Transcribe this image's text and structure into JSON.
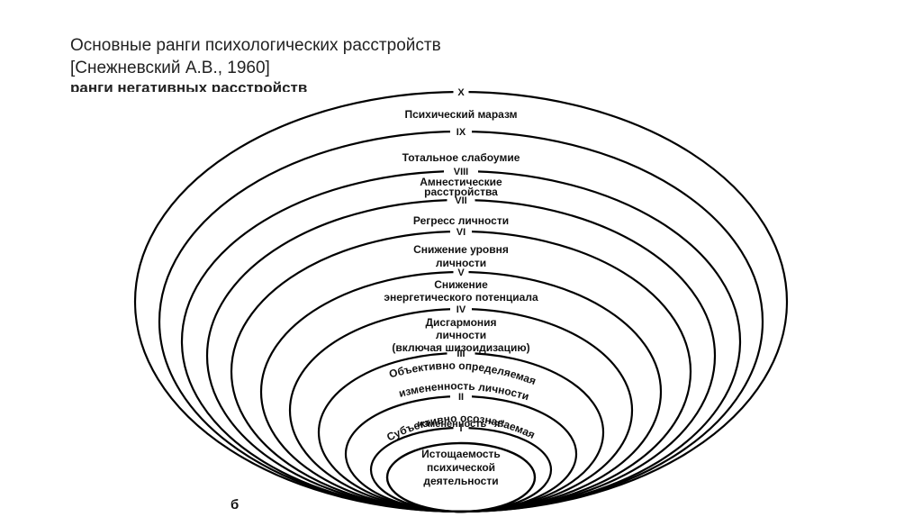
{
  "slide": {
    "title_line1": "Основные ранги психологических расстройств",
    "title_line2": "[Снежневский А.В., 1960]",
    "subtitle": "ранги негативных расстройств",
    "figure_label": "б"
  },
  "diagram": {
    "ranks": [
      {
        "numeral": "I",
        "label_lines": [
          "Субъективно осознаваемая",
          "измененность “я”"
        ]
      },
      {
        "numeral": "II",
        "label_lines": [
          "Объективно определяемая",
          "измененность личности"
        ]
      },
      {
        "numeral": "III",
        "label_lines": [
          "Дисгармония",
          "личности",
          "(включая шизоидизацию)"
        ]
      },
      {
        "numeral": "IV",
        "label_lines": [
          "Снижение",
          "энергетического потенциала"
        ]
      },
      {
        "numeral": "V",
        "label_lines": [
          "Снижение уровня",
          "личности"
        ]
      },
      {
        "numeral": "VI",
        "label_lines": [
          "Регресс личности"
        ]
      },
      {
        "numeral": "VII",
        "label_lines": [
          "Амнестические",
          "расстройства"
        ]
      },
      {
        "numeral": "VIII",
        "label_lines": [
          "Тотальное слабоумие"
        ]
      },
      {
        "numeral": "IX",
        "label_lines": [
          "Психический маразм"
        ]
      },
      {
        "numeral": "X",
        "label_lines": []
      }
    ],
    "core_label_lines": [
      "Истощаемость",
      "психической",
      "деятельности"
    ]
  }
}
